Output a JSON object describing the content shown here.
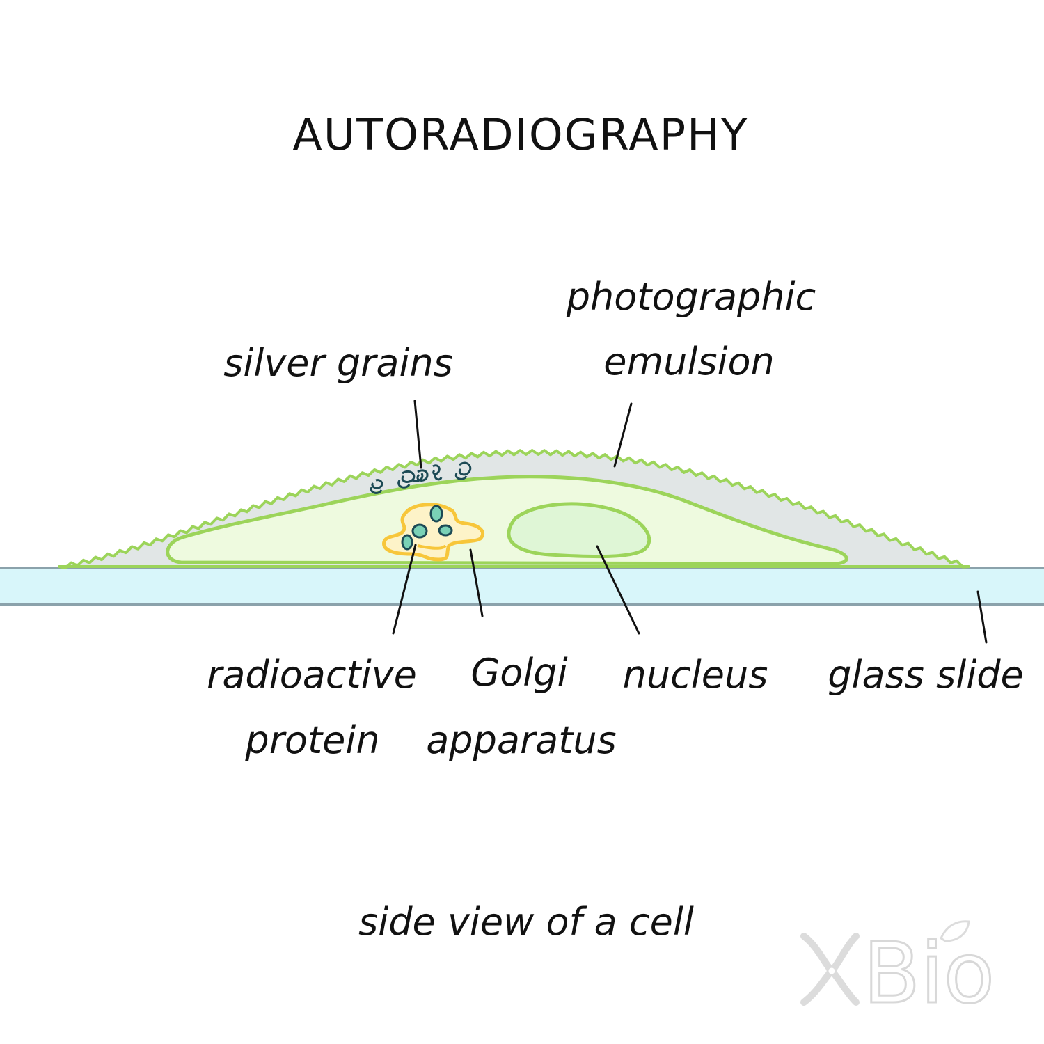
{
  "title": "AUTORADIOGRAPHY",
  "caption": "side view of a cell",
  "labels": {
    "silver_grains": "silver grains",
    "emulsion_line1": "photographic",
    "emulsion_line2": "emulsion",
    "protein_line1": "radioactive",
    "protein_line2": "protein",
    "golgi_line1": "Golgi",
    "golgi_line2": "apparatus",
    "nucleus": "nucleus",
    "glass_slide": "glass slide"
  },
  "watermark": {
    "logo_text": "Bio"
  },
  "colors": {
    "emulsion_fill": "#e1e6e6",
    "cell_outline": "#9cd45a",
    "cytoplasm_fill": "#eefadf",
    "nucleus_fill": "#dff6d6",
    "golgi_outline": "#f7c63a",
    "golgi_fill": "#fdf3c8",
    "silver_grain": "#1c4a55",
    "protein_fill": "#7ad1b6",
    "glass_fill": "#d8f6fa",
    "glass_edge": "#8ba2ab",
    "ink": "#111111"
  }
}
